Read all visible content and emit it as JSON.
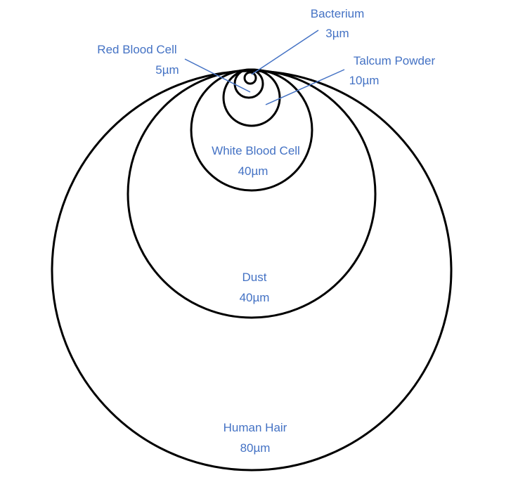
{
  "colors": {
    "label": "#4472c4",
    "outline": "#000000",
    "background": "#ffffff"
  },
  "particles": [
    {
      "id": "human-hair",
      "name": "Human Hair",
      "size": "80µm"
    },
    {
      "id": "dust",
      "name": "Dust",
      "size": "40µm"
    },
    {
      "id": "white-blood-cell",
      "name": "White Blood Cell",
      "size": "40µm"
    },
    {
      "id": "talcum-powder",
      "name": "Talcum Powder",
      "size": "10µm"
    },
    {
      "id": "red-blood-cell",
      "name": "Red Blood Cell",
      "size": "5µm"
    },
    {
      "id": "bacterium",
      "name": "Bacterium",
      "size": "3µm"
    }
  ]
}
